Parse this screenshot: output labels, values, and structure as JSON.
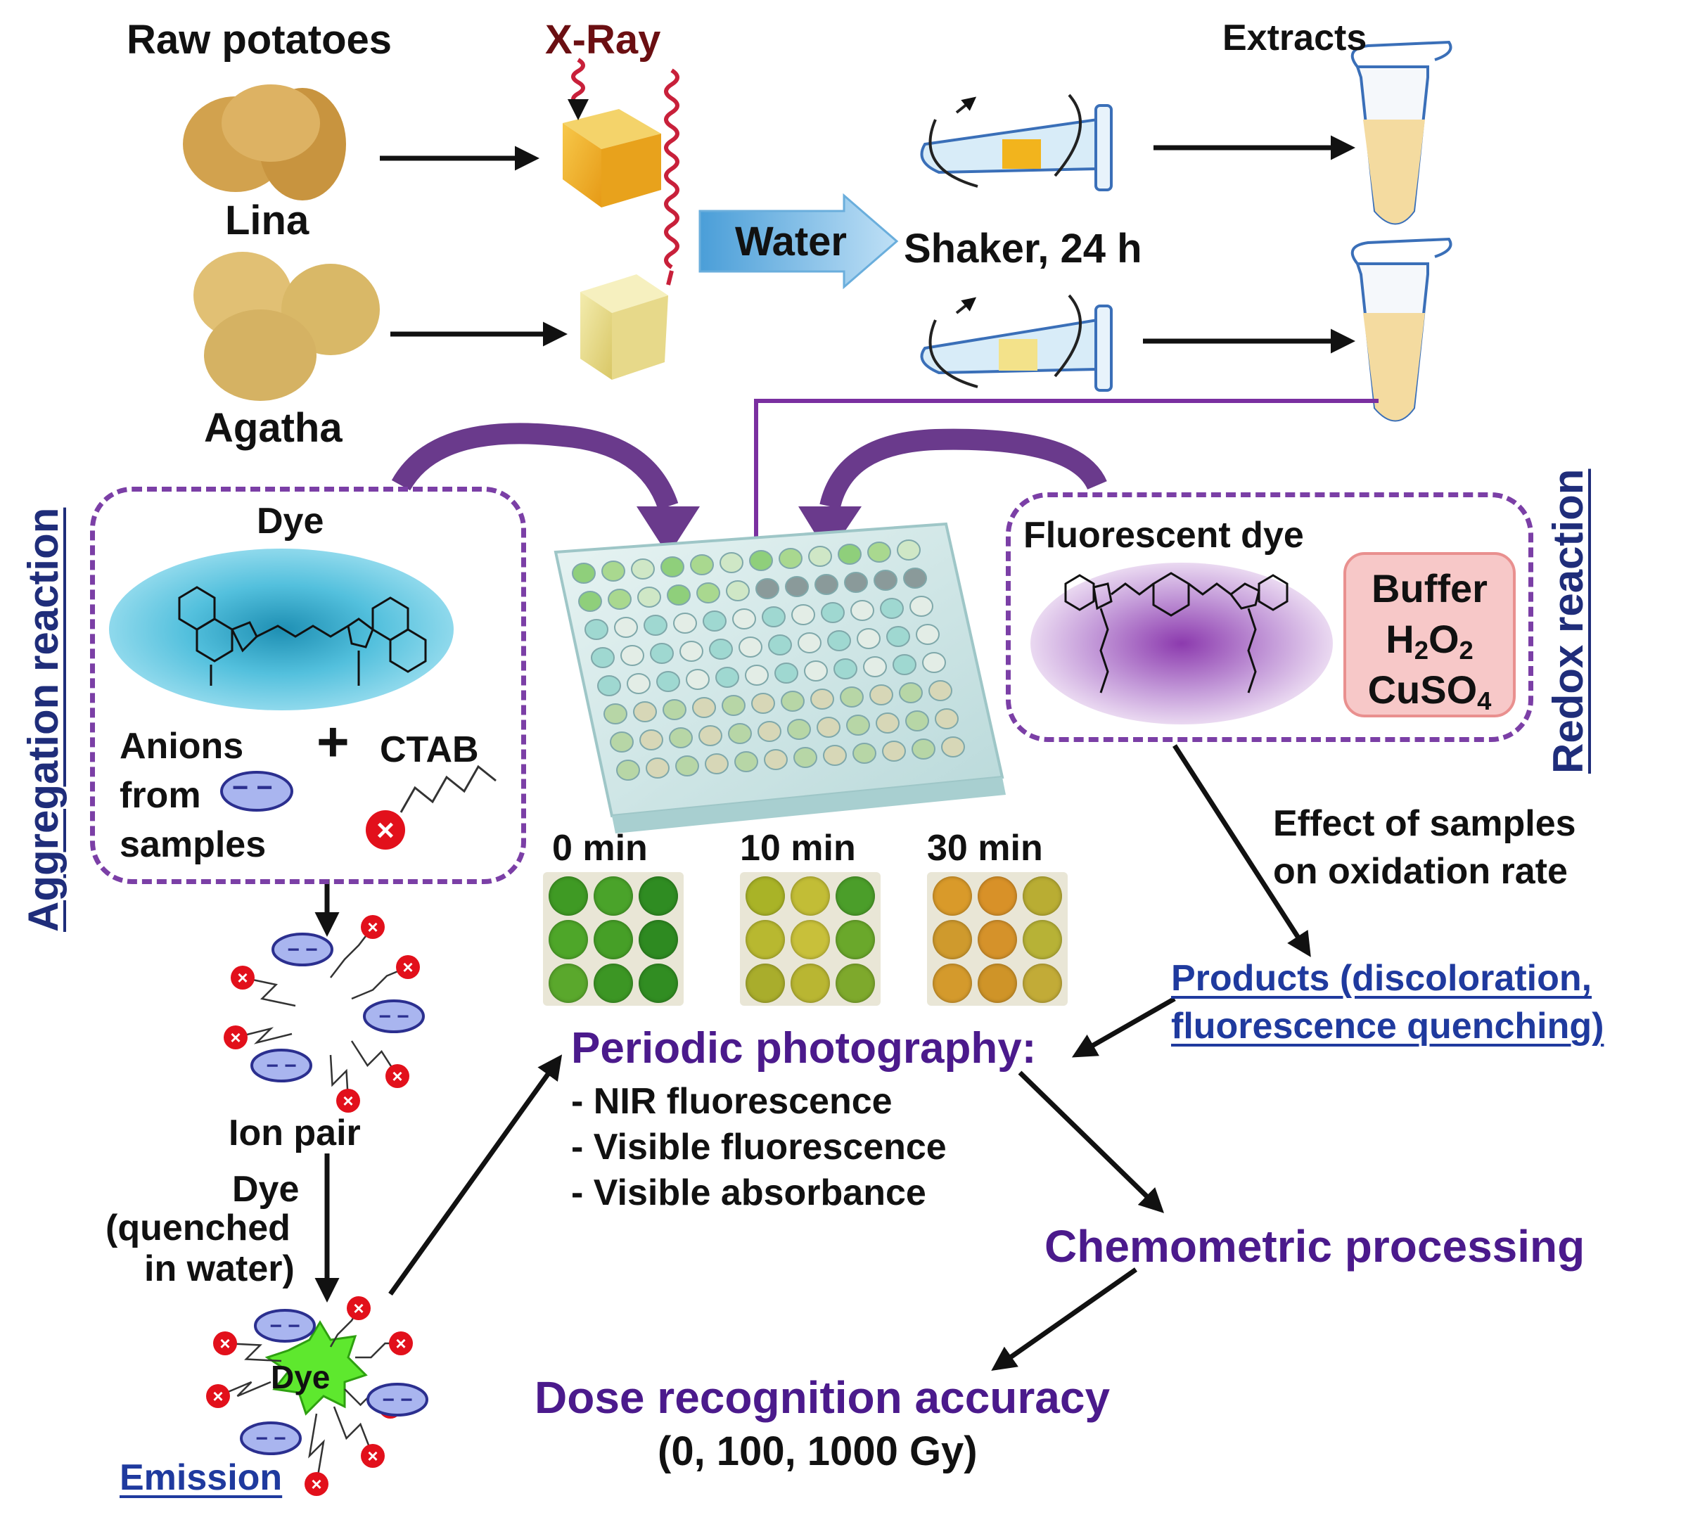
{
  "potatoes": {
    "title": "Raw potatoes",
    "variety_1": "Lina",
    "variety_2": "Agatha"
  },
  "irradiation": {
    "label": "X-Ray"
  },
  "extraction": {
    "solvent": "Water",
    "shaker": "Shaker, 24 h",
    "extracts": "Extracts"
  },
  "aggregation": {
    "side_label": "Aggregation reaction",
    "dye": "Dye",
    "anions": [
      "Anions",
      "from",
      "samples"
    ],
    "plus": "+",
    "surfactant": "CTAB",
    "anion_charge": "− −",
    "cation_charge": "+",
    "ion_pair": "Ion pair",
    "quenched": [
      "Dye",
      "(quenched",
      "in water)"
    ],
    "emission_dye": "Dye",
    "emission": "Emission"
  },
  "redox": {
    "side_label": "Redox reaction",
    "dye": "Fluorescent dye",
    "reagent_1": "Buffer",
    "reagent_2": "H",
    "reagent_2_sub": "2",
    "reagent_2b": "O",
    "reagent_2b_sub": "2",
    "reagent_3": "CuSO",
    "reagent_3_sub": "4",
    "effect": [
      "Effect of samples",
      "on oxidation rate"
    ],
    "products": [
      "Products (discoloration,",
      "fluorescence quenching)"
    ]
  },
  "timepoints": [
    "0 min",
    "10 min",
    "30 min"
  ],
  "well_colors": [
    [
      "#3f9a24",
      "#4aa32a",
      "#2f8c22",
      "#4ea629",
      "#469f27",
      "#2e8a21",
      "#5aa82c",
      "#3c9624",
      "#318d22"
    ],
    [
      "#a9b327",
      "#c2bd36",
      "#4b9e2a",
      "#b8b830",
      "#c8c03a",
      "#6aa82b",
      "#a9ad2c",
      "#b9b632",
      "#7ea92c"
    ],
    [
      "#d99a2a",
      "#d89128",
      "#b9ad33",
      "#cf9a2d",
      "#d5922a",
      "#b7b236",
      "#d49a2c",
      "#cf9428",
      "#c2ab37"
    ]
  ],
  "photography": {
    "title": "Periodic photography:",
    "modes": [
      "- NIR fluorescence",
      "- Visible fluorescence",
      "- Visible absorbance"
    ]
  },
  "processing": "Chemometric processing",
  "result": {
    "title": "Dose recognition accuracy",
    "doses": "(0, 100, 1000 Gy)"
  },
  "colors": {
    "purple_text": "#4b1a8c",
    "link_blue": "#1f3a9e",
    "arrow_purple": "#6a3a8c",
    "reagent_pink": "#f7c8c8"
  }
}
